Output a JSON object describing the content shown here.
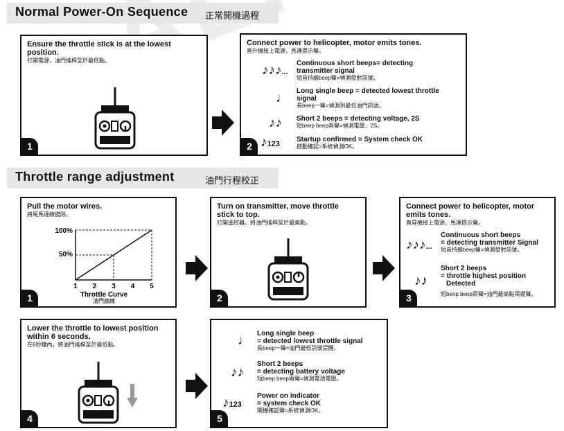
{
  "section1": {
    "title": "Normal Power-On Sequence",
    "title_cn": "正常開機過程",
    "panel1": {
      "text": "Ensure the throttle stick is at the lowest position.",
      "text_cn": "打開電源，油門搖桿至於最低點。",
      "badge": "1"
    },
    "panel2": {
      "text": "Connect power to helicopter, motor emits tones.",
      "text_cn": "直升機接上電源，馬達提示聲。",
      "badge": "2",
      "beeps": [
        {
          "line1": "Continuous short beeps= detecting",
          "line2": "transmitter signal",
          "cn": "短音持續beep聲=偵測發射訊號。"
        },
        {
          "line1": "Long single beep = detected lowest throttle",
          "line2": "signal",
          "cn": "長beep一聲=偵測到最低油門訊號。"
        },
        {
          "line1": "Short 2 beeps = detecting voltage, 2S",
          "line2": "",
          "cn": "短beep beep兩聲=偵測電壓，2S。"
        },
        {
          "line1": "Startup confirmed = System check OK",
          "line2": "",
          "cn": "啟動確認=系統偵測OK。"
        }
      ]
    }
  },
  "section2": {
    "title": "Throttle range adjustment",
    "title_cn": "油門行程校正",
    "panel1": {
      "text": "Pull the motor wires.",
      "text_cn": "將尾馬達線拔除。",
      "badge": "1"
    },
    "panel2": {
      "line1": "Turn on transmitter, move throttle",
      "line2": "stick to top.",
      "text_cn": "打開遙控器，將油門搖桿至於最高點。",
      "badge": "2"
    },
    "panel3": {
      "line1": "Connect power to helicopter, motor",
      "line2": "emits tones.",
      "text_cn": "直昇機接上電源，馬達提示聲。",
      "badge": "3",
      "beep1": {
        "line1": "Continuous short beeps",
        "line2": "= detecting transmitter Signal",
        "cn": "短音持續beep聲=偵測發射訊號。"
      },
      "beep2": {
        "line1": "Short 2 beeps",
        "line2": "= throttle highest position",
        "line3": "Detected",
        "cn": "短beep beep兩聲=油門最高點兩還聲。"
      }
    },
    "panel4": {
      "line1": "Lower the throttle to lowest position",
      "line2": "within 6 seconds.",
      "text_cn": "在6秒鐘內，將油門搖桿至於最低點。",
      "badge": "4"
    },
    "panel5": {
      "badge": "5",
      "beeps": [
        {
          "line1": "Long single beep",
          "line2": "= detected lowest throttle signal",
          "cn": "長beep一聲=油門最低訊號提醒。"
        },
        {
          "line1": "Short 2 beeps",
          "line2": "= detecting battery voltage",
          "cn": "短beep beep兩聲=偵測電池電壓。"
        },
        {
          "line1": "Power on indicator",
          "line2": "= system check OK",
          "cn": "開機確認聲=系統偵測OK。"
        }
      ]
    }
  },
  "chart_data": {
    "type": "line",
    "x": [
      1,
      5
    ],
    "y": [
      0,
      100
    ],
    "xticks": [
      "1",
      "2",
      "3",
      "4",
      "5"
    ],
    "yticks": [
      "100%",
      "50%"
    ],
    "xlabel": "Throttle Curve",
    "xlabel_cn": "油門曲線",
    "highlight_point": {
      "x": 3,
      "y": 50
    }
  },
  "icons": {
    "watermark": "ALIGN",
    "note_count": "123"
  }
}
